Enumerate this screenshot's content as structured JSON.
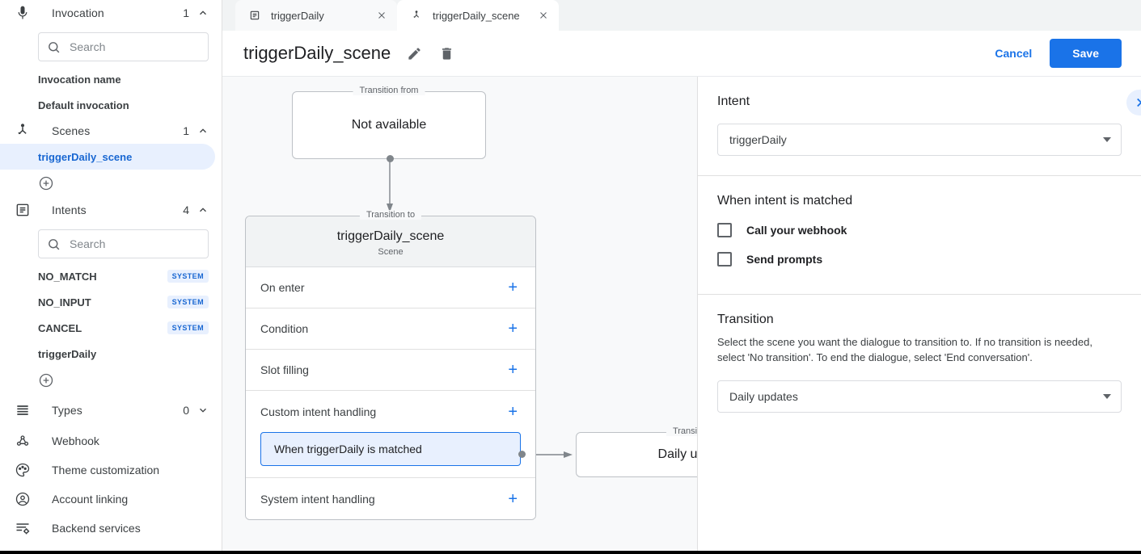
{
  "sidebar": {
    "sections": [
      {
        "id": "invocation",
        "icon": "microphone-icon",
        "label": "Invocation",
        "count": "1",
        "chevron": "chevron-up-icon",
        "search_placeholder": "Search",
        "search_value": "",
        "items": [
          {
            "label": "Invocation name",
            "badge": ""
          },
          {
            "label": "Default invocation",
            "badge": ""
          }
        ]
      },
      {
        "id": "scenes",
        "icon": "scene-branch-icon",
        "label": "Scenes",
        "count": "1",
        "chevron": "chevron-up-icon",
        "items": [
          {
            "label": "triggerDaily_scene",
            "badge": "",
            "selected": true
          }
        ],
        "add_label": "add-scene"
      },
      {
        "id": "intents",
        "icon": "intents-list-icon",
        "label": "Intents",
        "count": "4",
        "chevron": "chevron-up-icon",
        "search_placeholder": "Search",
        "search_value": "",
        "items": [
          {
            "label": "NO_MATCH",
            "badge": "SYSTEM"
          },
          {
            "label": "NO_INPUT",
            "badge": "SYSTEM"
          },
          {
            "label": "CANCEL",
            "badge": "SYSTEM"
          },
          {
            "label": "triggerDaily",
            "badge": ""
          }
        ],
        "add_label": "add-intent"
      }
    ],
    "types": {
      "icon": "types-icon",
      "label": "Types",
      "count": "0",
      "chevron": "chevron-down-icon"
    },
    "links": [
      {
        "icon": "webhook-icon",
        "label": "Webhook"
      },
      {
        "icon": "palette-icon",
        "label": "Theme customization"
      },
      {
        "icon": "account-circle-icon",
        "label": "Account linking"
      },
      {
        "icon": "backend-services-icon",
        "label": "Backend services"
      }
    ]
  },
  "tabs": [
    {
      "icon": "intent-icon",
      "label": "triggerDaily",
      "active": false
    },
    {
      "icon": "scene-icon",
      "label": "triggerDaily_scene",
      "active": true
    }
  ],
  "header": {
    "title": "triggerDaily_scene",
    "edit_icon": "pencil-icon",
    "delete_icon": "trash-icon",
    "cancel_label": "Cancel",
    "save_label": "Save"
  },
  "canvas": {
    "transition_from": {
      "legend": "Transition from",
      "text": "Not available"
    },
    "scene_node": {
      "legend": "Transition to",
      "name": "triggerDaily_scene",
      "subtitle": "Scene",
      "rows": [
        {
          "label": "On enter",
          "plus": "+"
        },
        {
          "label": "Condition",
          "plus": "+"
        },
        {
          "label": "Slot filling",
          "plus": "+"
        },
        {
          "label": "Custom intent handling",
          "plus": "+"
        },
        {
          "label": "System intent handling",
          "plus": "+"
        }
      ],
      "handler_chip": "When triggerDaily is matched"
    },
    "target_node": {
      "legend": "Transition to",
      "text": "Daily updates"
    }
  },
  "panel": {
    "collapse_icon": "chevron-right-icon",
    "intent": {
      "heading": "Intent",
      "value": "triggerDaily"
    },
    "when_matched": {
      "heading": "When intent is matched",
      "checkboxes": [
        {
          "label": "Call your webhook",
          "checked": false
        },
        {
          "label": "Send prompts",
          "checked": false
        }
      ]
    },
    "transition": {
      "heading": "Transition",
      "description": "Select the scene you want the dialogue to transition to. If no transition is needed, select 'No transition'. To end the dialogue, select 'End conversation'.",
      "value": "Daily updates"
    }
  },
  "colors": {
    "accent": "#1a73e8",
    "accent_light": "#e8f0fe",
    "canvas_bg": "#f8f9fa",
    "text": "#3c4043"
  }
}
